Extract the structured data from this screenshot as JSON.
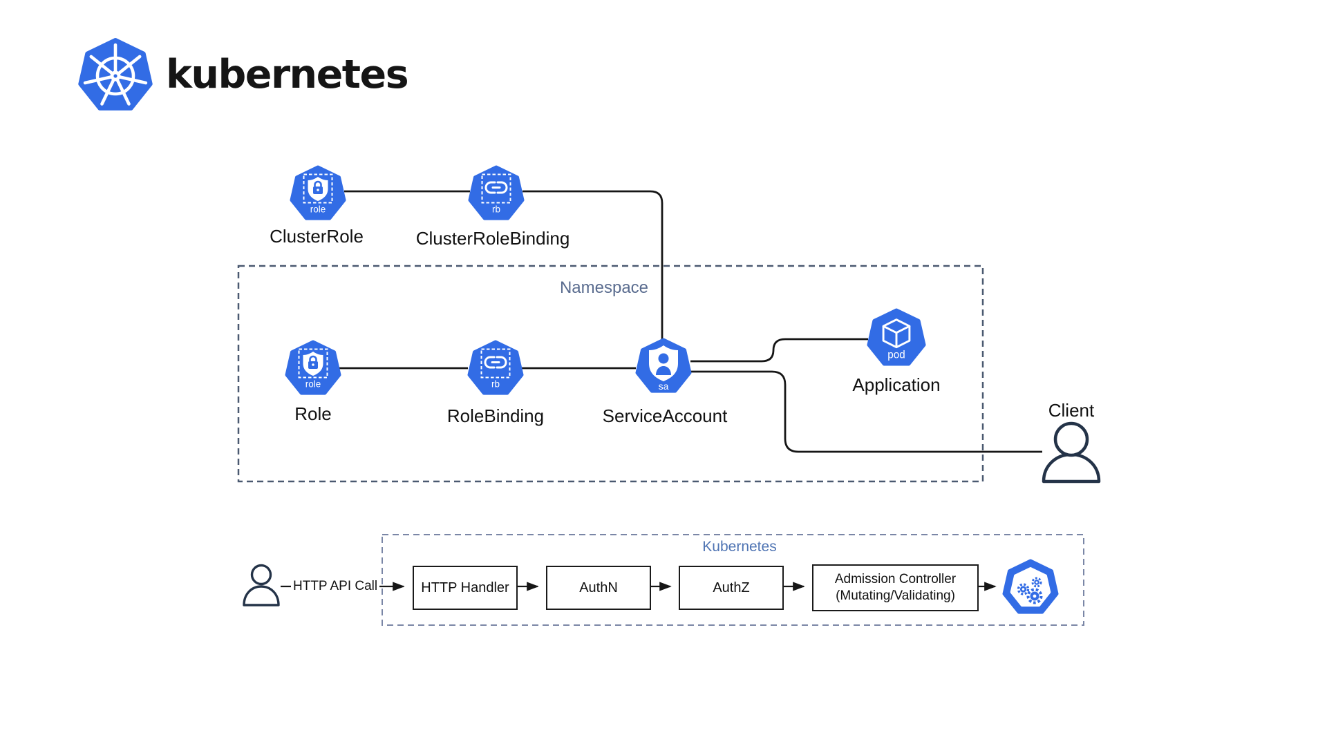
{
  "logo": {
    "text": "kubernetes"
  },
  "namespace": {
    "label": "Namespace"
  },
  "client": {
    "label": "Client"
  },
  "nodes": {
    "cluster_role": {
      "label": "ClusterRole",
      "badge": "role"
    },
    "cluster_role_binding": {
      "label": "ClusterRoleBinding",
      "badge": "rb"
    },
    "role": {
      "label": "Role",
      "badge": "role"
    },
    "role_binding": {
      "label": "RoleBinding",
      "badge": "rb"
    },
    "service_account": {
      "label": "ServiceAccount",
      "badge": "sa"
    },
    "application": {
      "label": "Application",
      "badge": "pod"
    }
  },
  "flow": {
    "container_label": "Kubernetes",
    "request_label": "HTTP API Call",
    "steps": {
      "http_handler": "HTTP Handler",
      "authn": "AuthN",
      "authz": "AuthZ",
      "admission_line1": "Admission Controller",
      "admission_line2": "(Mutating/Validating)"
    }
  },
  "colors": {
    "k8s_blue": "#326CE5",
    "connector": "#161616",
    "namespace_border": "#4A5970",
    "flow_border": "#7A86A6",
    "person": "#243348"
  }
}
